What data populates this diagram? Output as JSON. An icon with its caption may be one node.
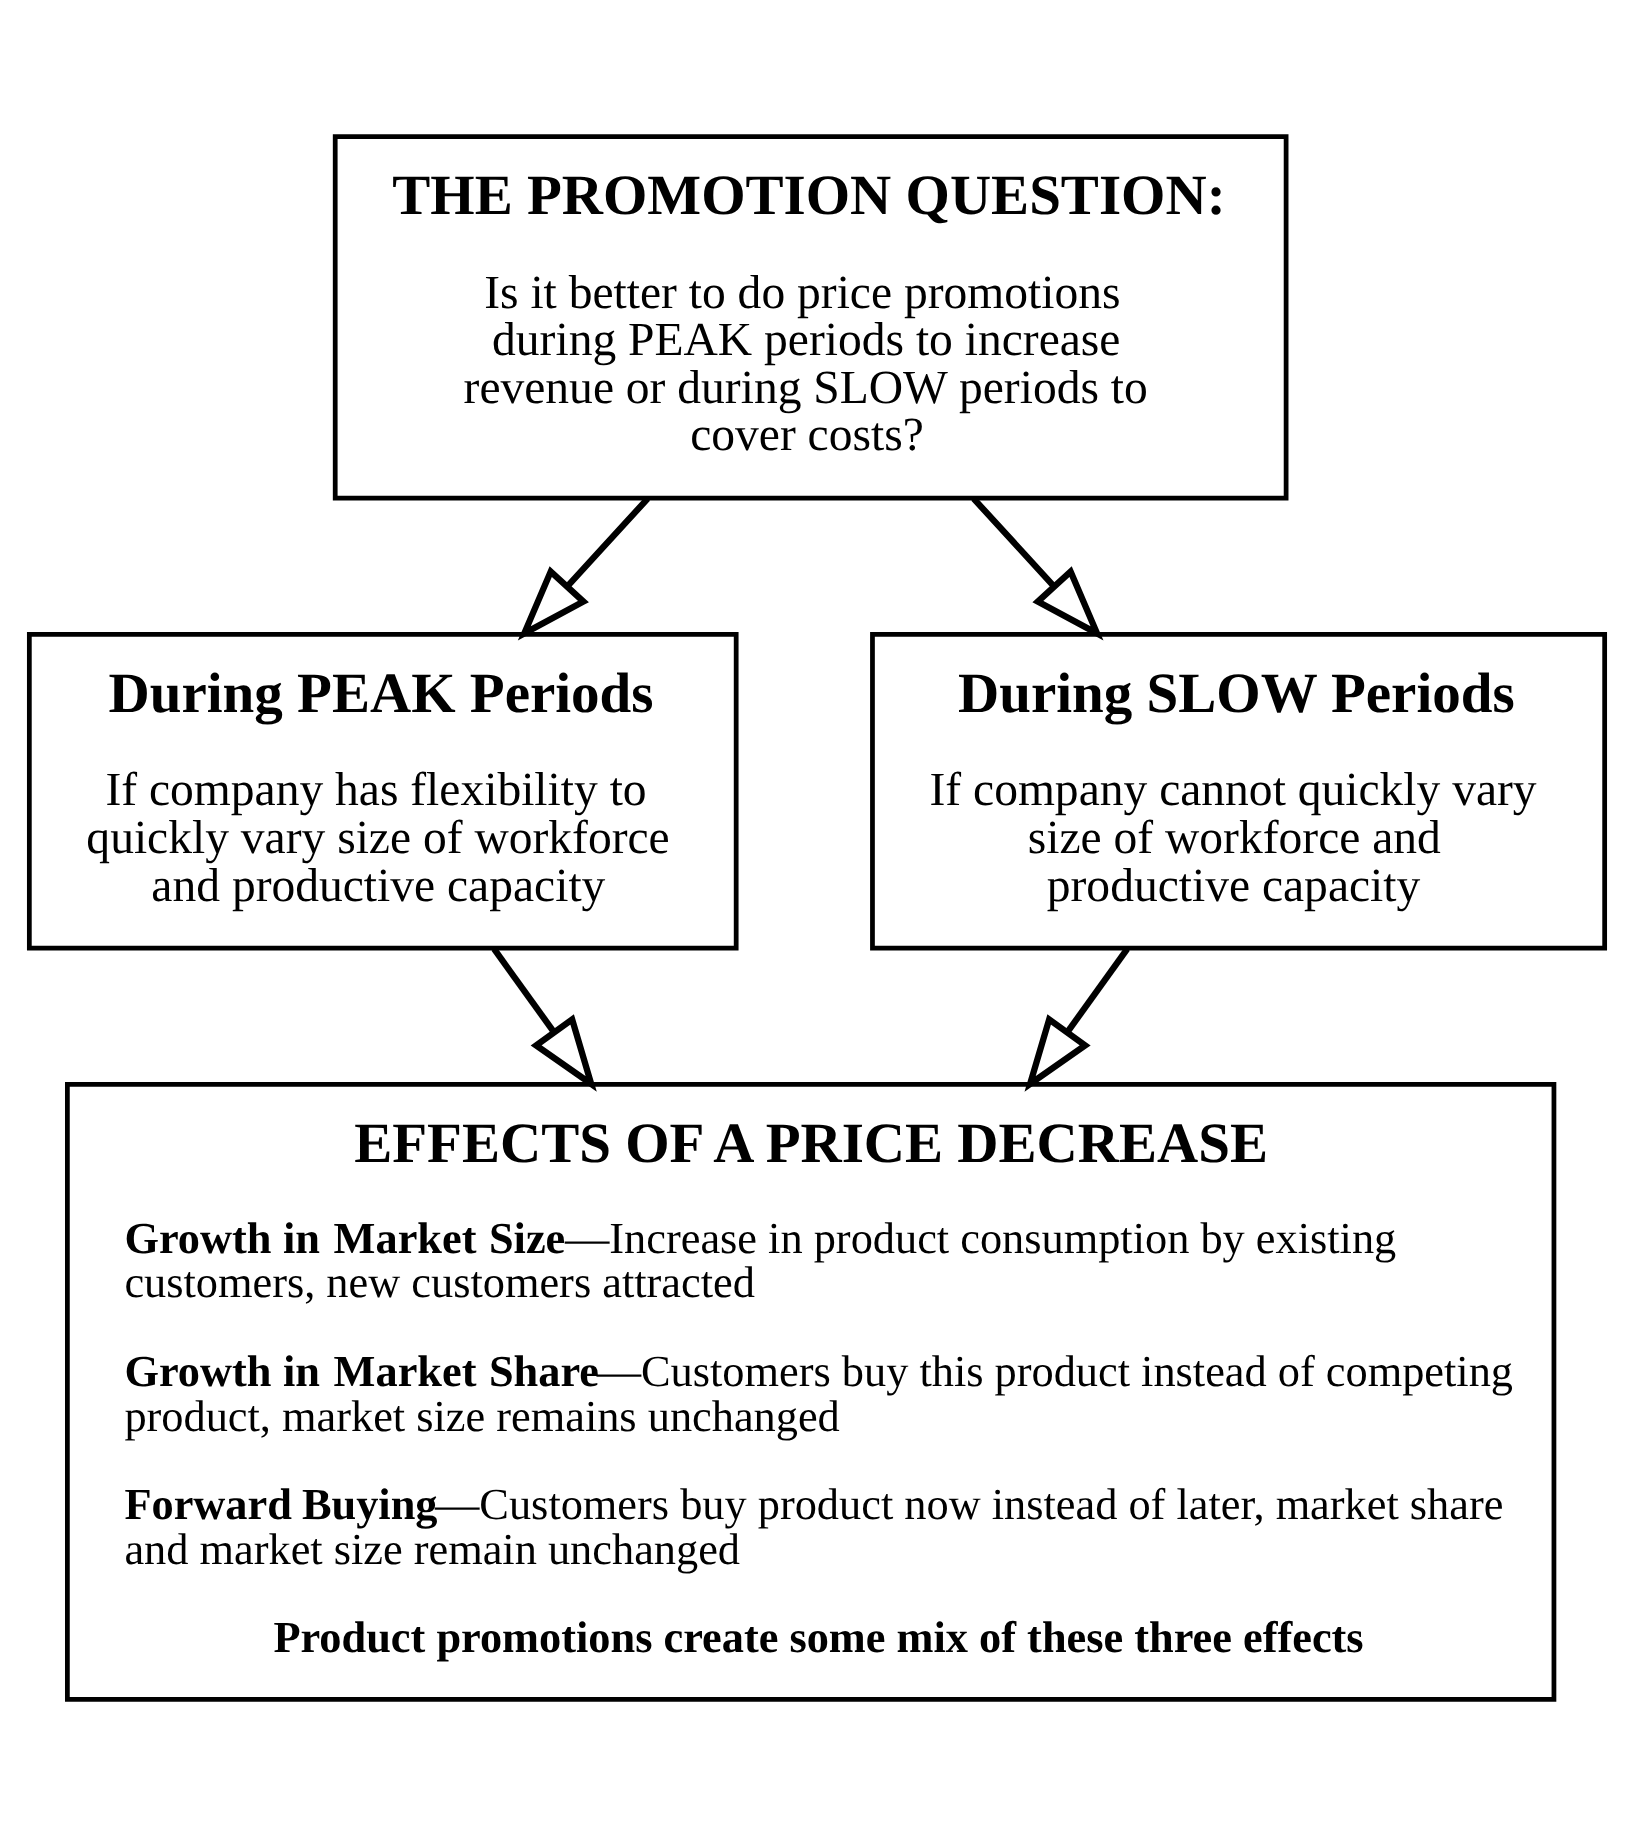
{
  "diagram": {
    "nodes": [
      {
        "text": [
          "THE PROMOTION QUESTION:",
          "Is it better to do price promotions during PEAK periods to increase revenue or during SLOW periods to cover costs?"
        ]
      },
      {
        "text": [
          "During PEAK Periods",
          "If company has flexibility to quickly vary size of workforce and productive capacity"
        ]
      },
      {
        "text": [
          "During SLOW Periods",
          "If company cannot quickly vary size of workforce and productive capacity"
        ]
      },
      {
        "text": [
          "EFFECTS OF A PRICE DECREASE",
          "**Growth in Market Size**—Increase in product consumption by existing customers, new customers attracted",
          "**Growth in Market Share**—Customers buy this product instead of competing product, market size remains unchanged",
          "**Forward Buying**—Customers buy product now instead of later, market share and market size remain unchanged",
          "Product promotions create some mix of these three effects"
        ]
      }
    ],
    "edges": [
      {
        "from": 0,
        "to": 1,
        "arrow": "to"
      },
      {
        "from": 0,
        "to": 2,
        "arrow": "to"
      },
      {
        "from": 1,
        "to": 3,
        "arrow": "to"
      },
      {
        "from": 2,
        "to": 3,
        "arrow": "to"
      }
    ]
  }
}
